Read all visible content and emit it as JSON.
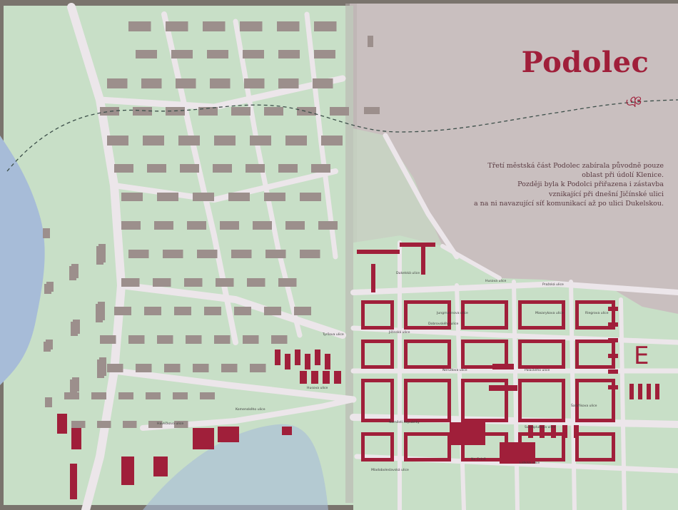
{
  "page": {
    "title": "Podolec",
    "ornament": "ঞ",
    "description_lines": [
      "Třetí městská část Podolec zabírala původně pouze",
      "oblast při údolí Klenice.",
      "Později byla k Podolci přiřazena i zástavba",
      "vznikající při dnešní Jičínské ulici",
      "a na ni navazující síť komunikací až po ulici Dukelskou."
    ],
    "district_letter": "E"
  },
  "streets": [
    {
      "id": "s1",
      "label": "Dukelská ulice"
    },
    {
      "id": "s2",
      "label": "Jičínská ulice"
    },
    {
      "id": "s3",
      "label": "Dobrovského ulice"
    },
    {
      "id": "s4",
      "label": "Husova ulice"
    },
    {
      "id": "s5",
      "label": "Pražská ulice"
    },
    {
      "id": "s6",
      "label": "Nerudova ulice"
    },
    {
      "id": "s7",
      "label": "Palackého ulice"
    },
    {
      "id": "s8",
      "label": "Náměstí Republiky"
    },
    {
      "id": "s9",
      "label": "Na Celně"
    },
    {
      "id": "s10",
      "label": "Svatoplukova ulice"
    },
    {
      "id": "s11",
      "label": "Lidická ulice"
    },
    {
      "id": "s12",
      "label": "Mladoboleslavská ulice"
    },
    {
      "id": "s13",
      "label": "Šafaříkova ulice"
    },
    {
      "id": "s14",
      "label": "Husova ulice"
    },
    {
      "id": "s15",
      "label": "Komenského ulice"
    },
    {
      "id": "s16",
      "label": "Havlíčkova ulice"
    },
    {
      "id": "s17",
      "label": "Tyršova ulice"
    },
    {
      "id": "s18",
      "label": "Riegrova ulice"
    },
    {
      "id": "s19",
      "label": "Masarykova ulice"
    },
    {
      "id": "s20",
      "label": "Jungmannova ulice"
    }
  ],
  "colors": {
    "paper": "#c9c0bd",
    "green": "#c5dfc5",
    "road": "#ece6ea",
    "old_building": "#9c8f8c",
    "new_building": "#a01f3a",
    "river": "#9fb6d6",
    "title": "#a01f3a"
  }
}
